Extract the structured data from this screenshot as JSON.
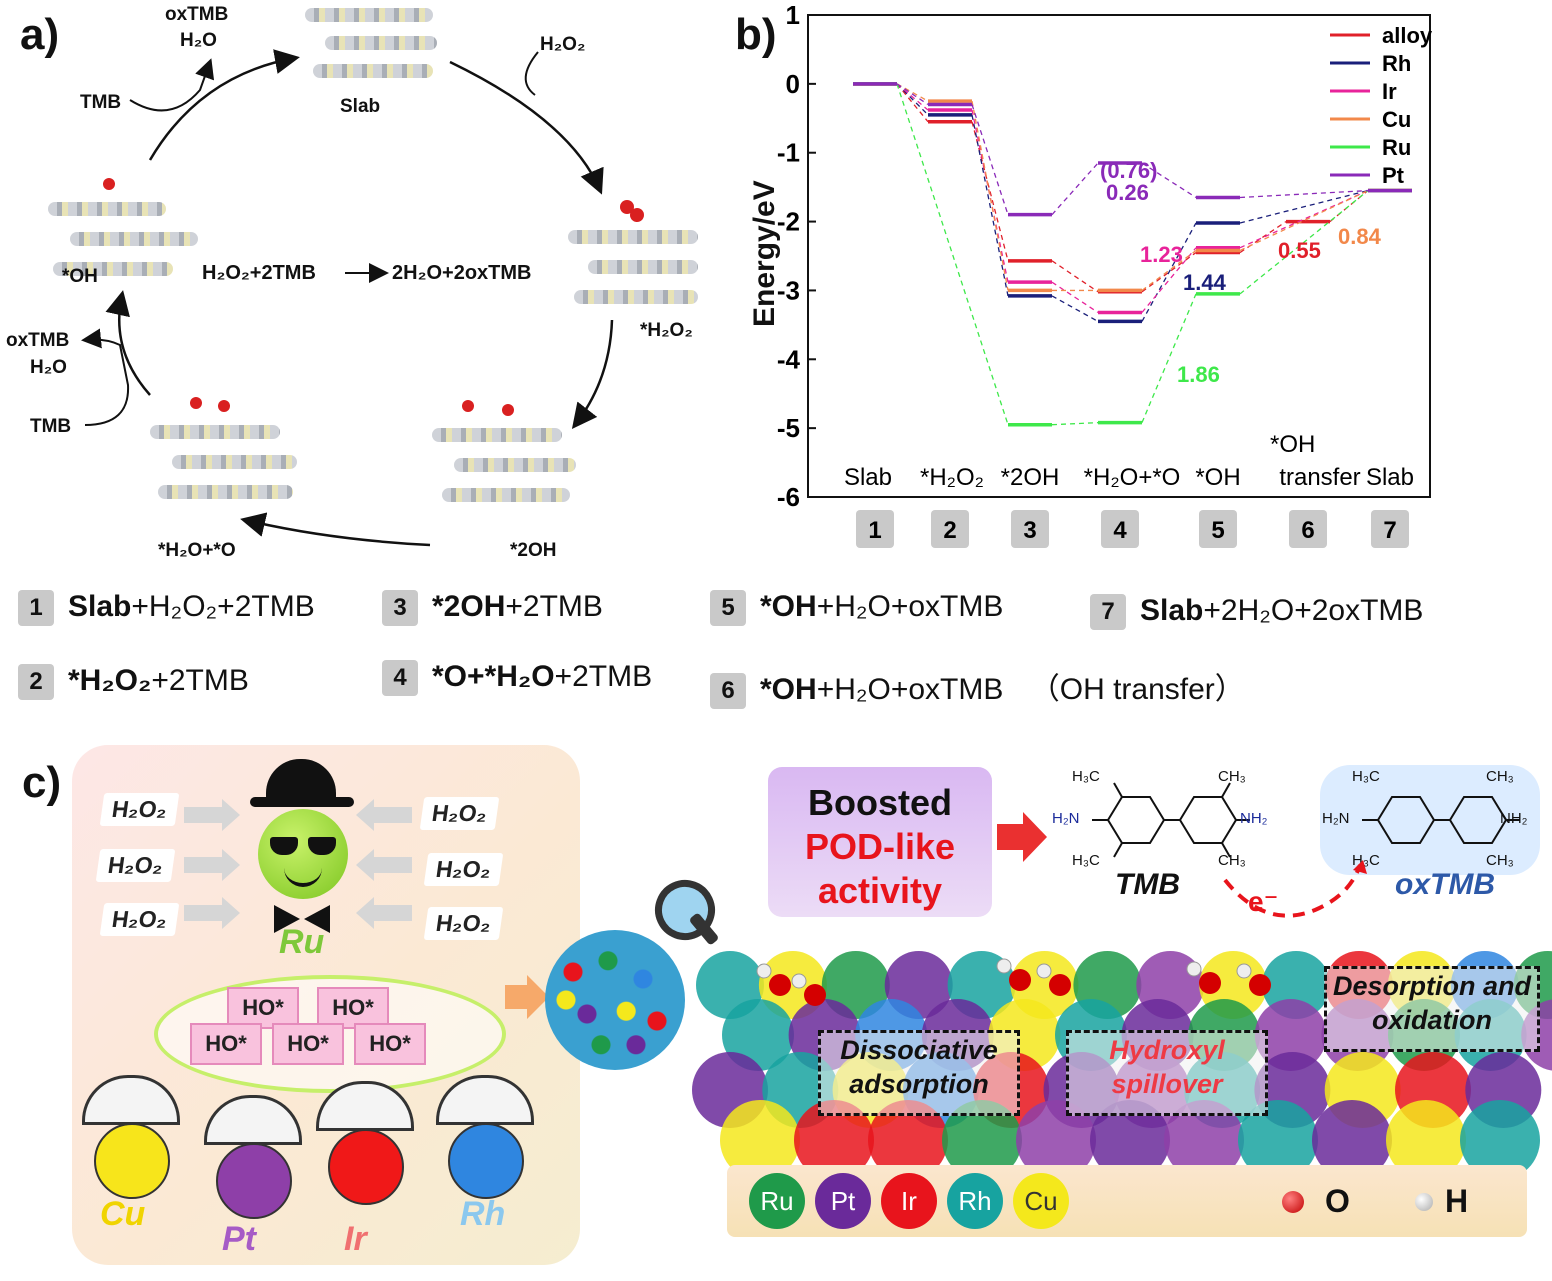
{
  "panel_a": {
    "label": "a)",
    "center_reaction_left": "H₂O₂+2TMB",
    "center_reaction_right": "2H₂O+2oxTMB",
    "states": {
      "slab": "Slab",
      "h2o2": "*H₂O₂",
      "two_oh": "*2OH",
      "h2o_o": "*H₂O+*O",
      "oh": "*OH"
    },
    "top_products": [
      "oxTMB",
      "H₂O"
    ],
    "top_reactant": "TMB",
    "left_products": [
      "oxTMB",
      "H₂O"
    ],
    "left_reactant": "TMB",
    "h2o2_in": "H₂O₂"
  },
  "panel_b": {
    "label": "b)",
    "chart_data": {
      "type": "line",
      "ylabel": "Energy/eV",
      "ylim": [
        -6,
        1
      ],
      "yticks": [
        "1",
        "0",
        "-1",
        "-2",
        "-3",
        "-4",
        "-5",
        "-6"
      ],
      "x_labels": [
        "Slab",
        "*H₂O₂",
        "*2OH",
        "*H₂O+*O",
        "*OH",
        "*OH transfer",
        "Slab"
      ],
      "x_steps": [
        "1",
        "2",
        "3",
        "4",
        "5",
        "6",
        "7"
      ],
      "series": [
        {
          "name": "alloy",
          "color": "#e0202a",
          "values": [
            0,
            -0.55,
            -2.57,
            -3.02,
            -2.45,
            -2.0,
            -1.55
          ]
        },
        {
          "name": "Rh",
          "color": "#1a1f7a",
          "values": [
            0,
            -0.45,
            -3.08,
            -3.45,
            -2.02,
            null,
            -1.55
          ]
        },
        {
          "name": "Ir",
          "color": "#e8239a",
          "values": [
            0,
            -0.38,
            -2.88,
            -3.32,
            -2.38,
            null,
            -1.55
          ]
        },
        {
          "name": "Cu",
          "color": "#f2884a",
          "values": [
            0,
            -0.25,
            -3.0,
            -3.0,
            -2.42,
            null,
            -1.55
          ]
        },
        {
          "name": "Ru",
          "color": "#3ee84a",
          "values": [
            0,
            null,
            -4.95,
            -4.92,
            -3.05,
            null,
            -1.55
          ]
        },
        {
          "name": "Pt",
          "color": "#8a2ab8",
          "values": [
            0,
            -0.3,
            -1.9,
            -1.15,
            -1.65,
            null,
            -1.55
          ]
        }
      ],
      "annotations": [
        {
          "text": "(0.76)",
          "color": "#8a2ab8"
        },
        {
          "text": "0.26",
          "color": "#8a2ab8"
        },
        {
          "text": "1.23",
          "color": "#e8239a"
        },
        {
          "text": "1.44",
          "color": "#1a1f7a"
        },
        {
          "text": "0.55",
          "color": "#e0202a"
        },
        {
          "text": "0.84",
          "color": "#f2884a"
        },
        {
          "text": "1.86",
          "color": "#3ee84a"
        }
      ],
      "legend_position": "top-right"
    }
  },
  "step_legend": [
    {
      "num": "1",
      "bold": "Slab",
      "rest": "+H₂O₂+2TMB"
    },
    {
      "num": "3",
      "bold": "*2OH",
      "rest": "+2TMB"
    },
    {
      "num": "5",
      "bold": "*OH",
      "rest": "+H₂O+oxTMB"
    },
    {
      "num": "7",
      "bold": "Slab",
      "rest": "+2H₂O+2oxTMB"
    },
    {
      "num": "2",
      "bold": "*H₂O₂",
      "rest": "+2TMB"
    },
    {
      "num": "4",
      "bold": "*O+*H₂O",
      "rest": "+2TMB"
    },
    {
      "num": "6",
      "bold": "*OH",
      "rest": "+H₂O+oxTMB",
      "note": "（OH transfer）"
    }
  ],
  "panel_c": {
    "label": "c)",
    "h2o2": "H₂O₂",
    "ho": "HO*",
    "boss": "Ru",
    "workers": [
      {
        "name": "Cu",
        "color": "#f7e51b"
      },
      {
        "name": "Pt",
        "color": "#8e3fa8"
      },
      {
        "name": "Ir",
        "color": "#f01818"
      },
      {
        "name": "Rh",
        "color": "#2f86e0"
      }
    ],
    "boost_lines": [
      "Boosted",
      "POD-like",
      "activity"
    ],
    "tmb": "TMB",
    "oxtmb": "oxTMB",
    "electron": "e⁻",
    "steps": [
      "Dissociative adsorption",
      "Hydroxyl spillover",
      "Desorption and oxidation"
    ],
    "elements": [
      {
        "sym": "Ru",
        "color": "#1f9a4a"
      },
      {
        "sym": "Pt",
        "color": "#6a2a9a"
      },
      {
        "sym": "Ir",
        "color": "#e8141c"
      },
      {
        "sym": "Rh",
        "color": "#17a3a0"
      },
      {
        "sym": "Cu",
        "color": "#f4e81c"
      }
    ],
    "atom_o": "O",
    "atom_h": "H",
    "tmb_formula": {
      "ch3": "CH₃",
      "h3c": "H₃C",
      "nh2": "NH₂",
      "h2n": "H₂N"
    }
  }
}
